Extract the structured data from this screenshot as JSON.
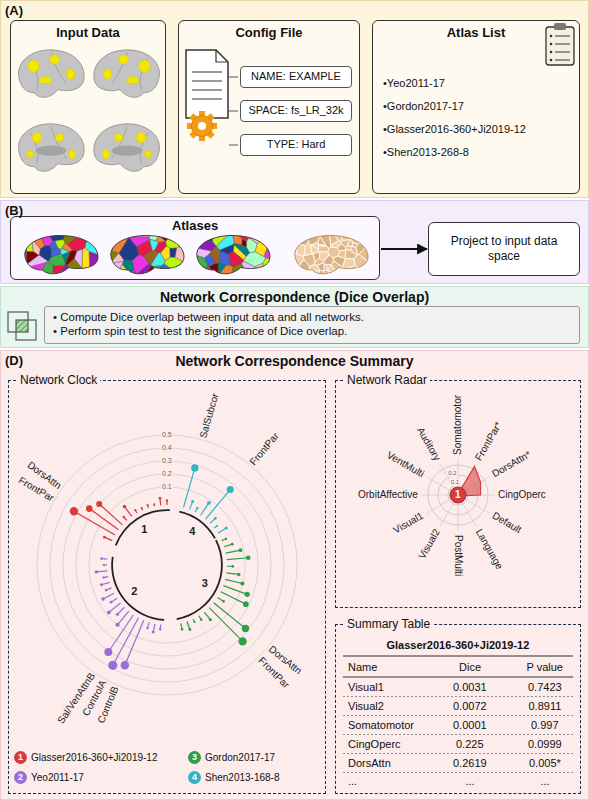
{
  "diagram": {
    "nodes": [
      {
        "text": [
          "(A)"
        ]
      },
      {
        "text": [
          "Input Data"
        ],
        "in": 0
      },
      {
        "text": [
          "Config File"
        ],
        "in": 0
      },
      {
        "text": [
          "NAME: EXAMPLE"
        ],
        "in": 2
      },
      {
        "text": [
          "SPACE: fs_LR_32k"
        ],
        "in": 2
      },
      {
        "text": [
          "TYPE: Hard"
        ],
        "in": 2
      },
      {
        "text": [
          "Atlas List",
          "•Yeo2011-17",
          "•Gordon2017-17",
          "•Glasser2016-360+Ji2019-12",
          "•Shen2013-268-8"
        ],
        "in": 0
      },
      {
        "text": [
          "(B)"
        ]
      },
      {
        "text": [
          "Atlases"
        ],
        "in": 7
      },
      {
        "text": [
          "Project to input data space"
        ],
        "in": 7
      },
      {
        "text": [
          "Network Correspondence (Dice Overlap)"
        ]
      },
      {
        "text": [
          "• Compute Dice overlap between input data and all networks.",
          "• Perform spin test to test the significance of Dice overlap."
        ],
        "in": 10
      },
      {
        "text": [
          "(D)",
          "Network Correspondence Summary"
        ]
      },
      {
        "text": [
          "Network Clock"
        ],
        "in": 12
      },
      {
        "text": [
          "Network Radar"
        ],
        "in": 12
      },
      {
        "text": [
          "Summary Table"
        ],
        "in": 12
      }
    ],
    "edges": [
      {
        "from": 8,
        "to": 9,
        "arrow": "to"
      }
    ],
    "labels": [
      "0.5",
      "0.4",
      "0.3",
      "0.2",
      "0.1",
      "DorsAttn",
      "FrontPar",
      "SalSubcor",
      "FrontPar",
      "1",
      "4",
      "3",
      "2",
      "DorsAttn",
      "FrontPar",
      "Sal/VenAttnB",
      "ControlA",
      "ControlB",
      "1",
      "3",
      "2",
      "4",
      "Somatomotor",
      "FrontPar*",
      "DorsAttn*",
      "CingOperc",
      "Default",
      "Language",
      "PostMulti",
      "Visual2",
      "Visual1",
      "OrbitAffective",
      "VentMulti",
      "Auditory",
      "0.2",
      "0.1",
      "1",
      "Glasser2016-360+Ji2019-12",
      "Name",
      "Dice",
      "P value",
      "Visual1",
      "0.0031",
      "0.7423",
      "Visual2",
      "0.0072",
      "0.8911",
      "Somatomotor",
      "0.0001",
      "0.997",
      "CingOperc",
      "0.225",
      "0.0999",
      "DorsAttn",
      "0.2619",
      "0.005*",
      "...",
      "...",
      "..."
    ],
    "legend": [
      {
        "text": "Glasser2016-360+Ji2019-12",
        "color": "#d93b3b"
      },
      {
        "text": "Gordon2017-17",
        "color": "#2f9e44"
      },
      {
        "text": "Yeo2011-17",
        "color": "#9a6dd7"
      },
      {
        "text": "Shen2013-168-8",
        "color": "#2fb3c6"
      }
    ]
  }
}
